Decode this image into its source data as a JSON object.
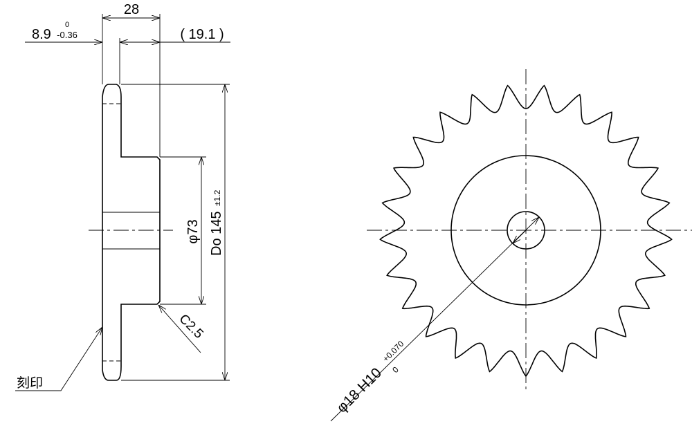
{
  "side_view": {
    "dim_total_width": "28",
    "dim_plate": "8.9",
    "dim_plate_tol_upper": "0",
    "dim_plate_tol_lower": "-0.36",
    "dim_hub_ref": "( 19.1 )",
    "dim_hub_dia": "φ73",
    "dim_outer_dia": "Do 145",
    "dim_outer_tol": "±1.2",
    "chamfer": "C2.5",
    "marking_label": "刻印"
  },
  "front_view": {
    "bore_dim": "φ18 H10",
    "bore_tol_upper": "+0.070",
    "bore_tol_lower": "0",
    "teeth": 25
  }
}
